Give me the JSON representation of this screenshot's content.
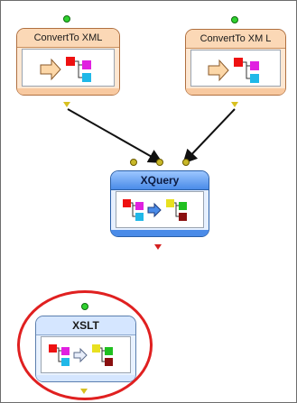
{
  "nodes": {
    "convert1": {
      "title": "ConvertTo XML"
    },
    "convert2": {
      "title": "ConvertTo XM L"
    },
    "xquery": {
      "title": "XQuery"
    },
    "xslt": {
      "title": "XSLT"
    }
  },
  "colors": {
    "connector": "#111111",
    "highlight": "#e02020",
    "input_port": "#2fd12f",
    "output_port_ready": "#d8c020",
    "output_port_error": "#d42020"
  },
  "icons": {
    "convert": "arrow-to-tree-icon",
    "transform": "tree-to-tree-icon"
  }
}
